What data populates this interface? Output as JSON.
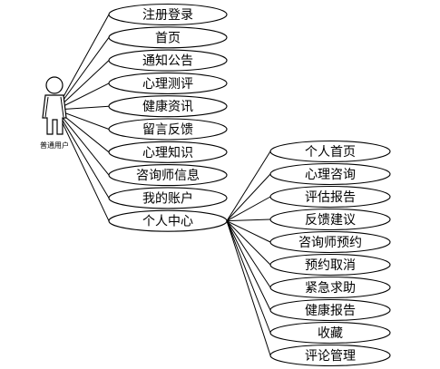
{
  "actor": {
    "label": "普通用户"
  },
  "main_use_cases": [
    {
      "label": "注册登录"
    },
    {
      "label": "首页"
    },
    {
      "label": "通知公告"
    },
    {
      "label": "心理测评"
    },
    {
      "label": "健康资讯"
    },
    {
      "label": "留言反馈"
    },
    {
      "label": "心理知识"
    },
    {
      "label": "咨询师信息"
    },
    {
      "label": "我的账户"
    },
    {
      "label": "个人中心"
    }
  ],
  "sub_use_cases": [
    {
      "label": "个人首页"
    },
    {
      "label": "心理咨询"
    },
    {
      "label": "评估报告"
    },
    {
      "label": "反馈建议"
    },
    {
      "label": "咨询师预约"
    },
    {
      "label": "预约取消"
    },
    {
      "label": "紧急求助"
    },
    {
      "label": "健康报告"
    },
    {
      "label": "收藏"
    },
    {
      "label": "评论管理"
    }
  ]
}
